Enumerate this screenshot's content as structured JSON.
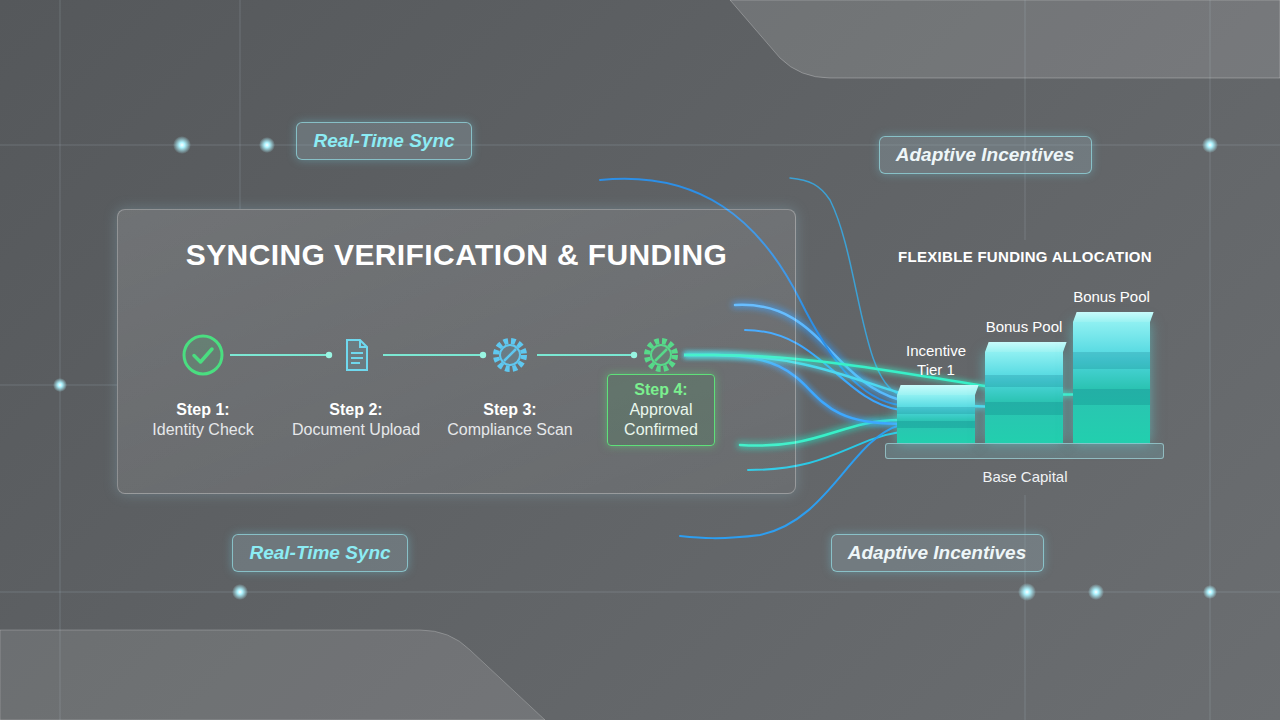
{
  "diagram": {
    "nodes": [
      {
        "text": [
          "Real-Time Sync"
        ]
      },
      {
        "text": [
          "Adaptive Incentives"
        ]
      },
      {
        "text": [
          "SYNCING VERIFICATION & FUNDING"
        ]
      },
      {
        "text": [
          "Step 1:",
          "Identity Check"
        ],
        "in": 2
      },
      {
        "text": [
          "Step 2:",
          "Document Upload"
        ],
        "in": 2
      },
      {
        "text": [
          "Step 3:",
          "Compliance Scan"
        ],
        "in": 2
      },
      {
        "text": [
          "Step 4:",
          "Approval Confirmed"
        ],
        "in": 2
      },
      {
        "text": [
          "FLEXIBLE FUNDING ALLOCATION",
          "Base Capital"
        ]
      },
      {
        "text": [
          "Incentive Tier 1"
        ],
        "in": 7
      },
      {
        "text": [
          "Bonus Pool"
        ],
        "in": 7
      },
      {
        "text": [
          "Bonus Pool"
        ],
        "in": 7
      },
      {
        "text": [
          "Real-Time Sync"
        ]
      },
      {
        "text": [
          "Adaptive Incentives"
        ]
      }
    ],
    "edges": [
      {
        "from": 3,
        "to": 4,
        "arrow": "none"
      },
      {
        "from": 4,
        "to": 5,
        "arrow": "none"
      },
      {
        "from": 5,
        "to": 6,
        "arrow": "none"
      },
      {
        "from": 6,
        "to": 8,
        "arrow": "none"
      },
      {
        "from": 6,
        "to": 9,
        "arrow": "none"
      },
      {
        "from": 6,
        "to": 10,
        "arrow": "none"
      }
    ]
  }
}
